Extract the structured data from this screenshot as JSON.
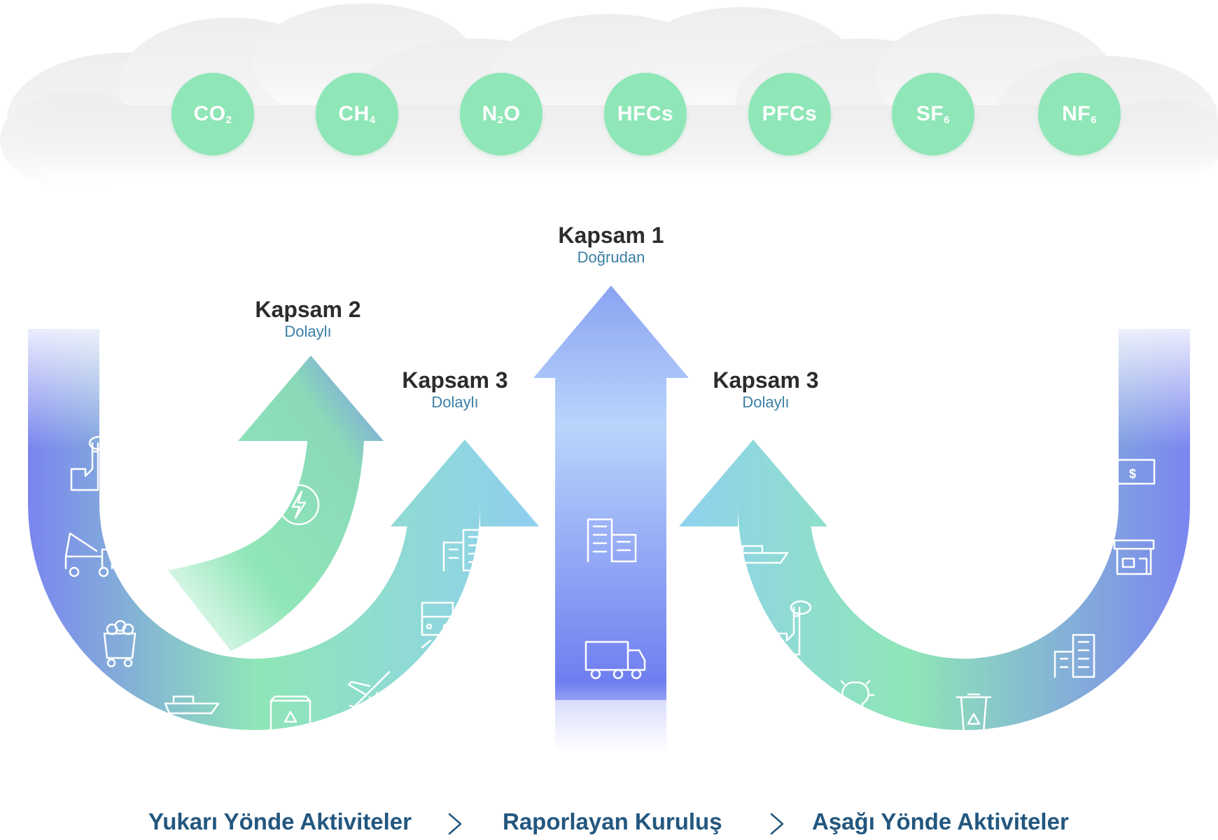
{
  "gases": [
    {
      "base": "CO",
      "sub": "2",
      "tail": ""
    },
    {
      "base": "CH",
      "sub": "4",
      "tail": ""
    },
    {
      "base": "N",
      "sub": "2",
      "tail": "O"
    },
    {
      "base": "HFCs",
      "sub": "",
      "tail": ""
    },
    {
      "base": "PFCs",
      "sub": "",
      "tail": ""
    },
    {
      "base": "SF",
      "sub": "6",
      "tail": ""
    },
    {
      "base": "NF",
      "sub": "6",
      "tail": ""
    }
  ],
  "scopes": {
    "scope1": {
      "title": "Kapsam 1",
      "subtitle": "Doğrudan"
    },
    "scope2": {
      "title": "Kapsam 2",
      "subtitle": "Dolaylı"
    },
    "scope3_left": {
      "title": "Kapsam 3",
      "subtitle": "Dolaylı"
    },
    "scope3_right": {
      "title": "Kapsam 3",
      "subtitle": "Dolaylı"
    }
  },
  "flow": {
    "upstream": "Yukarı Yönde Aktiviteler",
    "reporting": "Raporlayan Kuruluş",
    "downstream": "Aşağı Yönde Aktiviteler"
  },
  "colors": {
    "green": "#8fe6b7",
    "blue_purple": "#7b8cf0",
    "light_blue": "#8fd1ee",
    "text_dark": "#2c2c2c",
    "text_blue": "#3a7fa5",
    "flow_text": "#23577f"
  },
  "icons": {
    "upstream": [
      "factory-icon",
      "crane-truck-icon",
      "coal-cart-icon",
      "ship-icon",
      "recycle-bin-icon",
      "airplane-icon",
      "train-icon",
      "office-building-icon"
    ],
    "scope2": [
      "lightning-icon"
    ],
    "reporting": [
      "office-building-icon",
      "truck-icon"
    ],
    "downstream": [
      "ship-icon",
      "factory-icon",
      "lightbulb-icon",
      "recycle-bin-icon",
      "office-building-icon",
      "storefront-icon",
      "money-icon"
    ]
  }
}
